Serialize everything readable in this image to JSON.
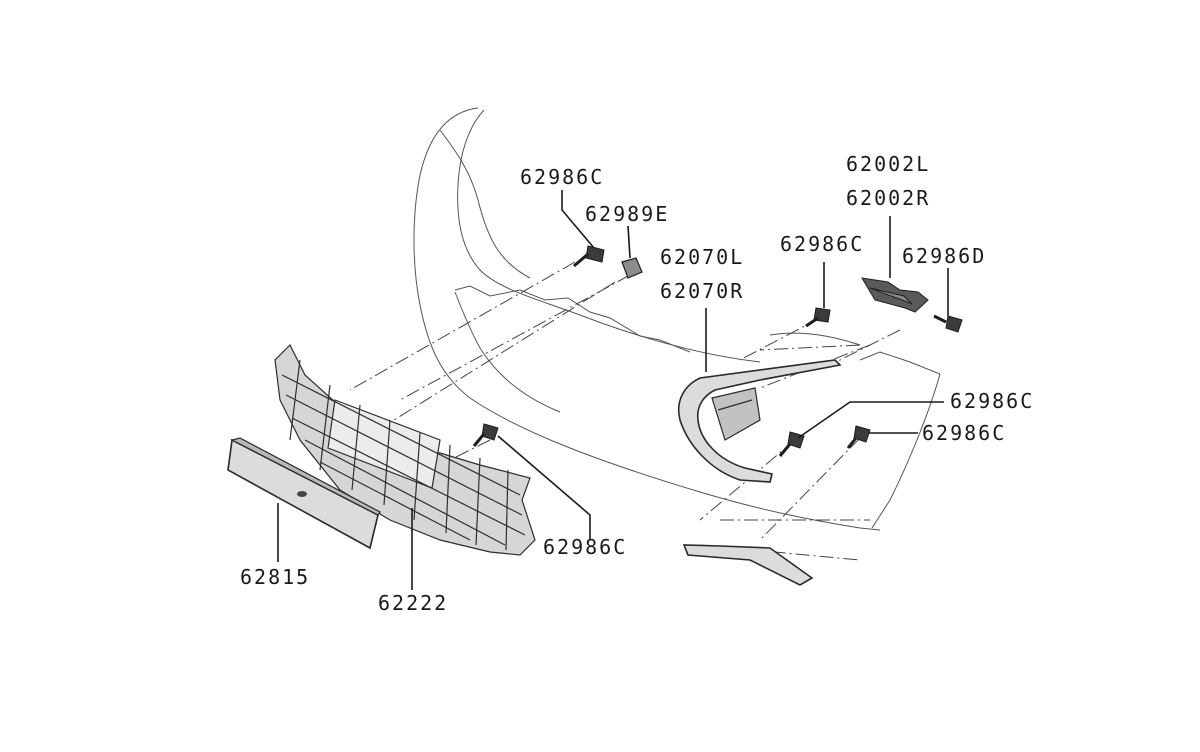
{
  "parts": {
    "p62986c_top": "62986C",
    "p62989e": "62989E",
    "p62070l": "62070L",
    "p62070r": "62070R",
    "p62986c_mid": "62986C",
    "p62002l": "62002L",
    "p62002r": "62002R",
    "p62986d": "62986D",
    "p62986c_right1": "62986C",
    "p62986c_right2": "62986C",
    "p62986c_bottom": "62986C",
    "p62815": "62815",
    "p62222": "62222"
  }
}
